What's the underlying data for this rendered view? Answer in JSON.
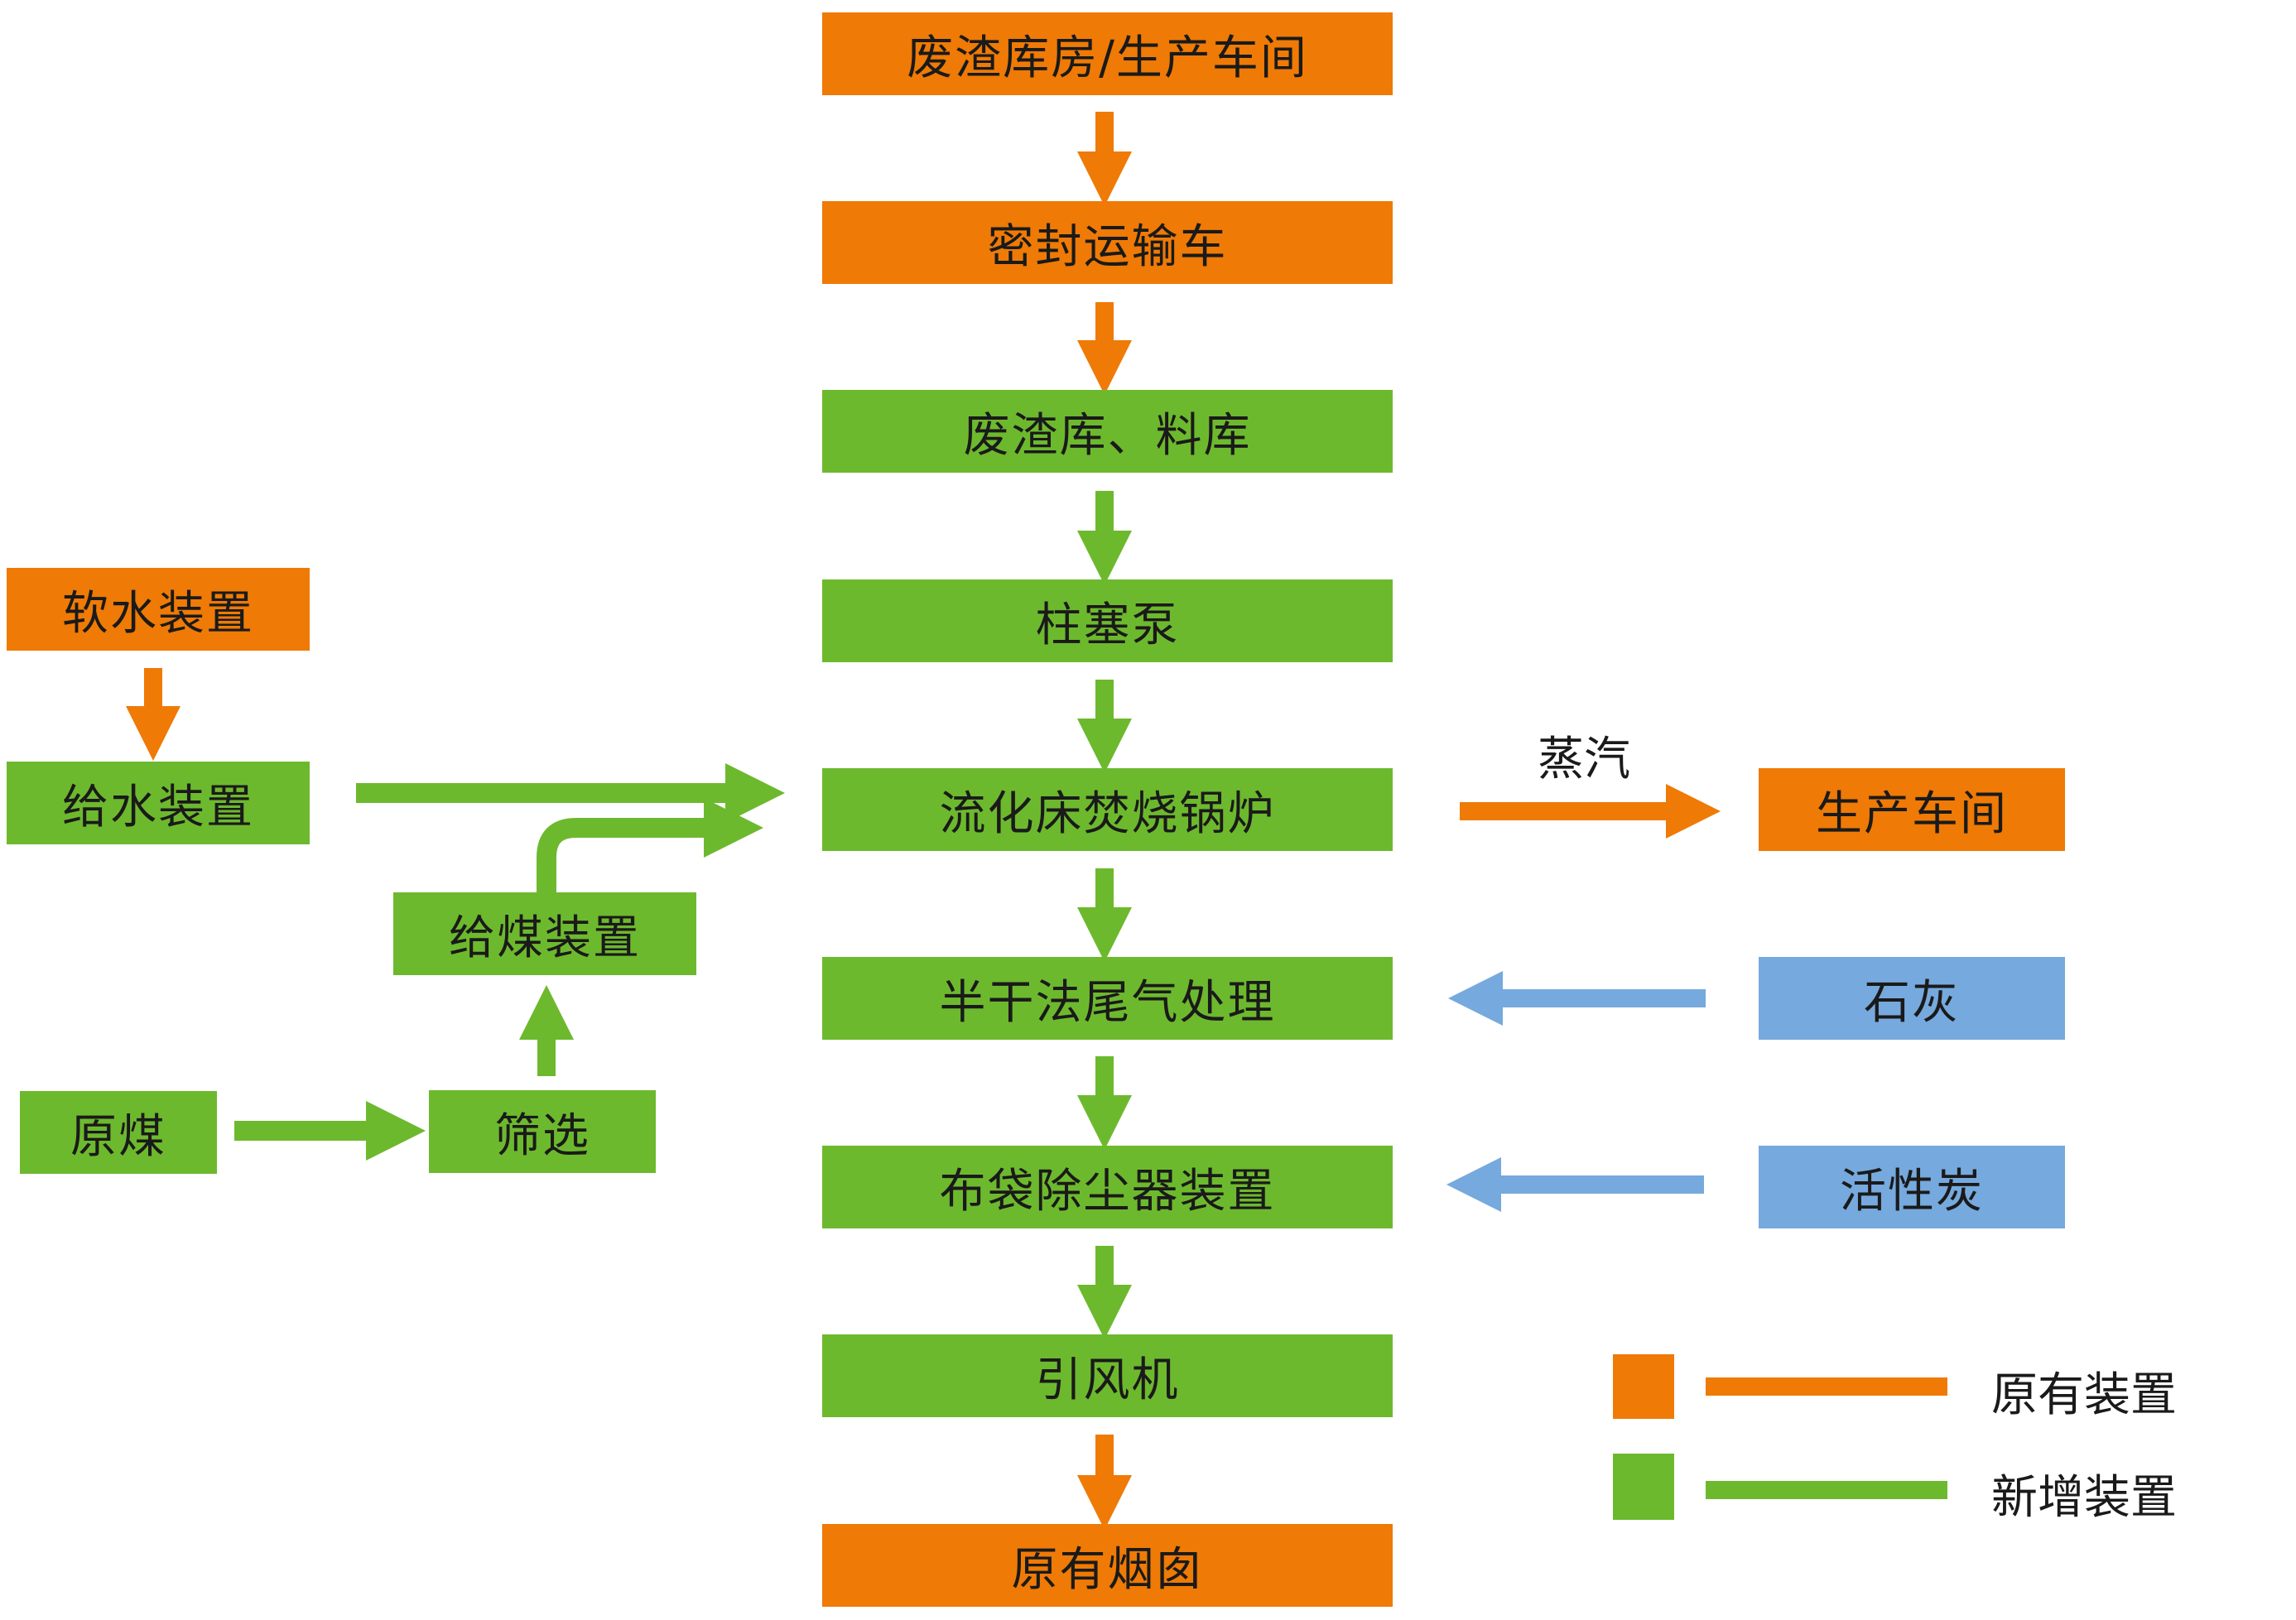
{
  "boxes": {
    "waste_warehouse": "废渣库房/生产车间",
    "sealed_truck": "密封运输车",
    "waste_store": "废渣库、料库",
    "plunger_pump": "柱塞泵",
    "boiler": "流化床焚烧锅炉",
    "semi_dry": "半干法尾气处理",
    "bag_filter": "布袋除尘器装置",
    "fan": "引风机",
    "chimney": "原有烟囱",
    "soft_water": "软水装置",
    "feed_water": "给水装置",
    "coal_feed": "给煤装置",
    "raw_coal": "原煤",
    "screening": "筛选",
    "workshop": "生产车间",
    "lime": "石灰",
    "activated_carbon": "活性炭"
  },
  "labels": {
    "steam": "蒸汽"
  },
  "legend": {
    "existing": "原有装置",
    "new": "新增装置"
  },
  "colors": {
    "existing": "#EF7A06",
    "new": "#6DB92E",
    "input": "#76A9DD"
  }
}
